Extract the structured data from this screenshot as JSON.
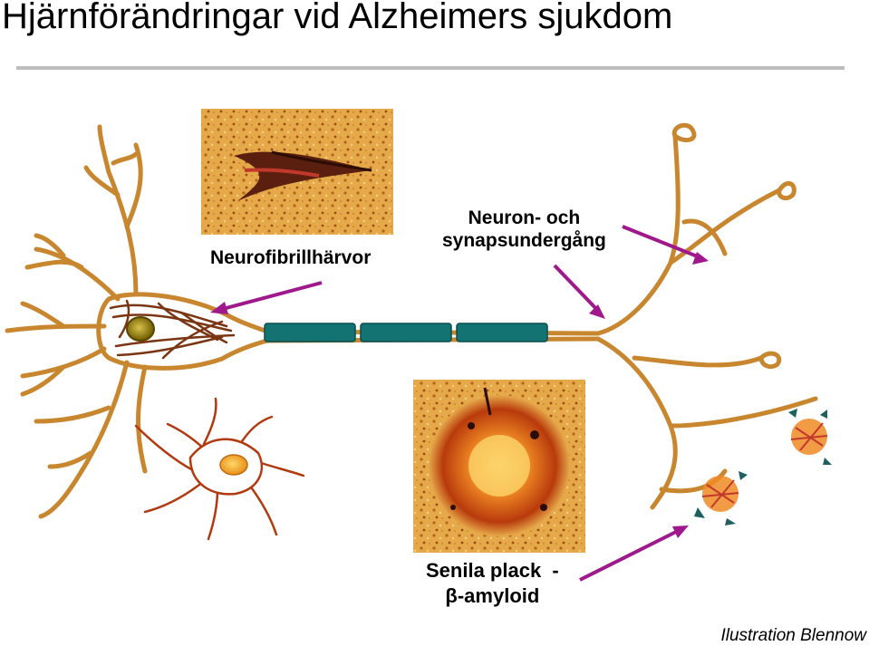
{
  "title": "Hjärnförändringar vid Alzheimers sjukdom",
  "labels": {
    "tangles": "Neurofibrillhärvor",
    "neuron_loss_line1": "Neuron- och",
    "neuron_loss_line2": "synapsundergång",
    "plaque_line1": "Senila plack  -",
    "plaque_line2": "β-amyloid"
  },
  "credit": "Ilustration Blennow",
  "colors": {
    "neuron_outline": "#c8862e",
    "tangle_fibers": "#7a3512",
    "myelin": "#137373",
    "arrows": "#a0198c",
    "nucleus": "#7a6a00",
    "small_nucleus": "#f0a020",
    "glial_outline": "#b23a10",
    "plaque_core": "#e8711f"
  }
}
